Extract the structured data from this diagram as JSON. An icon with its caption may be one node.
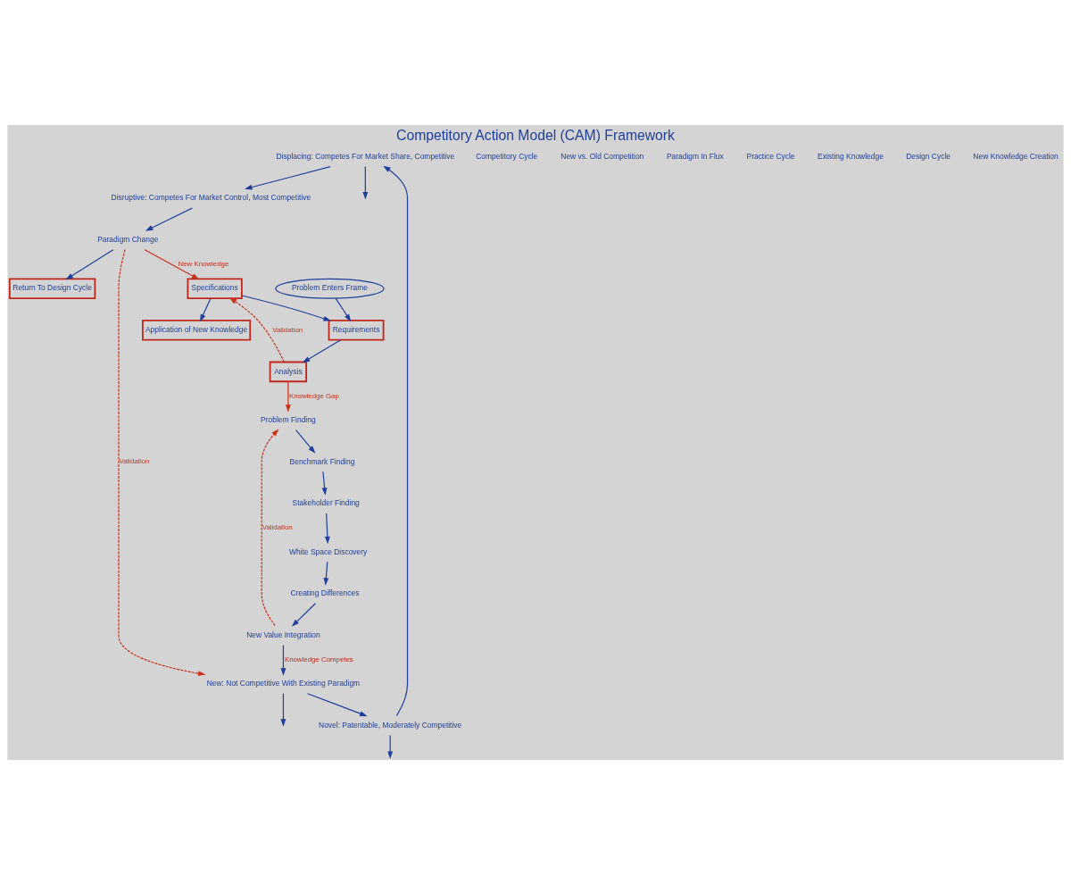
{
  "diagram": {
    "title": "Competitory Action Model (CAM) Framework",
    "nodes": [
      {
        "text": [
          "Displacing: Competes For Market Share, Competitive"
        ]
      },
      {
        "text": [
          "Novel: Patentable, Moderately Competitive"
        ]
      },
      {
        "text": [
          "Disruptive: Competes For Market Control, Most Competitive"
        ]
      },
      {
        "text": [
          "New: Not Competitive With Existing Paradigm"
        ]
      },
      {
        "text": [
          "Paradigm Change"
        ]
      },
      {
        "text": [
          "Return To Design Cycle"
        ]
      },
      {
        "text": [
          "Problem Finding"
        ]
      },
      {
        "text": [
          "Benchmark Finding"
        ]
      },
      {
        "text": [
          "Analysis"
        ]
      },
      {
        "text": [
          "Stakeholder Finding"
        ]
      },
      {
        "text": [
          "Problem Enters Frame"
        ]
      },
      {
        "text": [
          "Requirements"
        ]
      },
      {
        "text": [
          "White Space Discovery"
        ]
      },
      {
        "text": [
          "Specifications"
        ]
      },
      {
        "text": [
          "Creating Differences"
        ]
      },
      {
        "text": [
          "Application of New Knowledge"
        ]
      },
      {
        "text": [
          "New Value Integration"
        ]
      }
    ],
    "edges": [
      {
        "from": 3,
        "to": 1,
        "arrow": "to"
      },
      {
        "from": 1,
        "to": 0,
        "arrow": "to"
      },
      {
        "from": 0,
        "to": 2,
        "arrow": "to"
      },
      {
        "from": 2,
        "to": 4,
        "arrow": "to"
      },
      {
        "from": 3,
        "to": null,
        "arrow": "to"
      },
      {
        "from": 1,
        "to": null,
        "arrow": "to"
      },
      {
        "from": 0,
        "to": null,
        "arrow": "to"
      },
      {
        "from": 4,
        "to": 5,
        "arrow": "to"
      },
      {
        "from": 4,
        "to": 3,
        "arrow": "to",
        "label": "Validation",
        "style": "dashed",
        "color": "#c8321e"
      },
      {
        "from": 8,
        "to": 6,
        "arrow": "to",
        "label": "Knowledge Gap",
        "color": "#c8321e"
      },
      {
        "from": 8,
        "to": 13,
        "arrow": "to",
        "label": "Validation",
        "style": "dashed",
        "color": "#c8321e"
      },
      {
        "from": 4,
        "to": 13,
        "arrow": "to",
        "label": "New Knowledge",
        "color": "#c8321e"
      },
      {
        "from": 16,
        "to": 3,
        "arrow": "to",
        "label": "Knowledge Competes"
      },
      {
        "from": 16,
        "to": 6,
        "arrow": "to",
        "label": "Validation",
        "style": "dashed",
        "color": "#c8321e"
      },
      {
        "from": 6,
        "to": 7,
        "arrow": "to"
      },
      {
        "from": 7,
        "to": 9,
        "arrow": "to"
      },
      {
        "from": 9,
        "to": 12,
        "arrow": "to"
      },
      {
        "from": 12,
        "to": 14,
        "arrow": "to"
      },
      {
        "from": 14,
        "to": 16,
        "arrow": "to"
      },
      {
        "from": 10,
        "to": 11,
        "arrow": "to"
      },
      {
        "from": 11,
        "to": 8,
        "arrow": "to"
      },
      {
        "from": 13,
        "to": 11,
        "arrow": "to"
      },
      {
        "from": 13,
        "to": 15,
        "arrow": "to"
      }
    ],
    "labels": [
      "Competitory Cycle",
      "New vs. Old Competition",
      "Paradigm In Flux",
      "Practice Cycle",
      "Existing Knowledge",
      "Design Cycle",
      "New Knowledge Creation"
    ]
  }
}
